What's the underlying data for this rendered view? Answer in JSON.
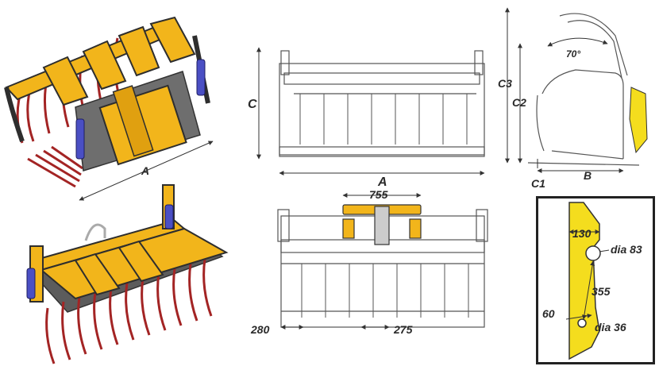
{
  "colors": {
    "frame_yellow": "#f2b51b",
    "frame_dark": "#2e2e2e",
    "tines_red": "#a32424",
    "cylinder_blue": "#4a4fc4",
    "line_gray": "#555555",
    "detail_border": "#222222",
    "detail_fill": "#f4dd1e"
  },
  "iso_top": {
    "dimension_label": "A"
  },
  "front_view": {
    "height_label": "C",
    "width_label": "A"
  },
  "side_view": {
    "angle_label": "70°",
    "c3_label": "C3",
    "c2_label": "C2",
    "c1_label": "C1",
    "b_label": "B"
  },
  "top_view": {
    "width_755": "755",
    "spacing_280": "280",
    "spacing_275": "275"
  },
  "detail": {
    "d130": "130",
    "dia83": "dia 83",
    "d355": "355",
    "d60": "60",
    "dia36": "dia 36"
  }
}
